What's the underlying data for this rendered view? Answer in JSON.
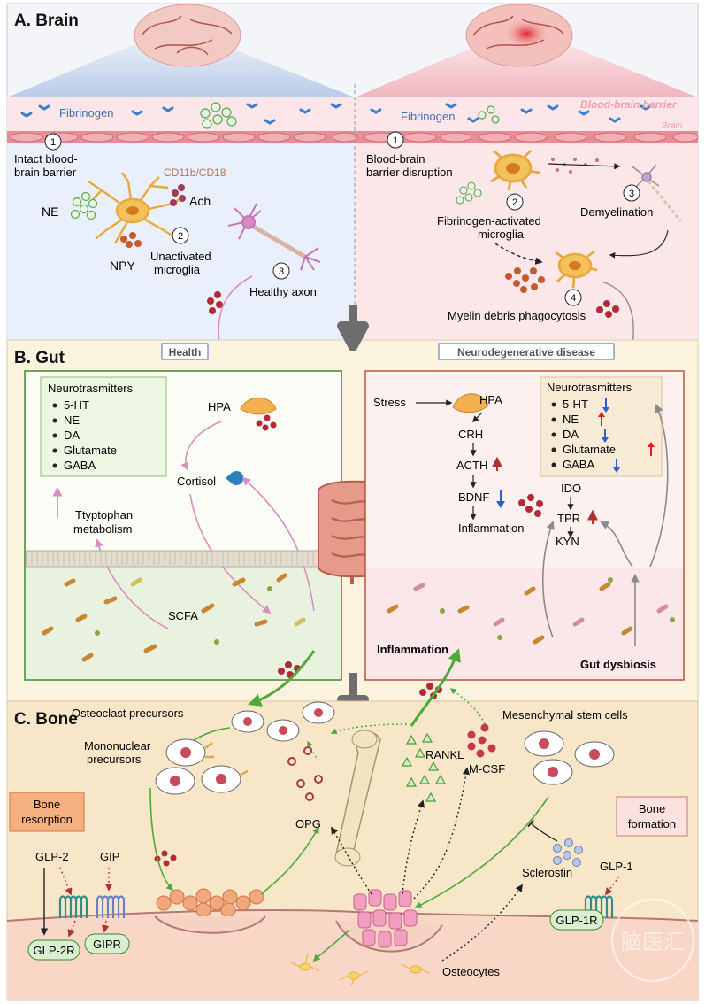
{
  "panels": {
    "brain": "A. Brain",
    "gut": "B. Gut",
    "bone": "C. Bone"
  },
  "brain": {
    "bbb_label": "Blood-brain barrier",
    "brain_label": "Brain",
    "fibrinogen": "Fibrinogen",
    "left": {
      "step1": "1",
      "intact_line1": "Intact blood-",
      "intact_line2": "brain barrier",
      "cd11b": "CD11b/CD18",
      "ne": "NE",
      "ach": "Ach",
      "npy": "NPY",
      "step2": "2",
      "unactivated_line1": "Unactivated",
      "unactivated_line2": "microglia",
      "step3": "3",
      "healthy_axon": "Healthy axon"
    },
    "right": {
      "step1": "1",
      "disruption_line1": "Blood-brain",
      "disruption_line2": "barrier disruption",
      "step2": "2",
      "activated_line1": "Fibrinogen-activated",
      "activated_line2": "microglia",
      "step3": "3",
      "demyelination": "Demyelination",
      "step4": "4",
      "phagocytosis": "Myelin debris phagocytosis"
    }
  },
  "gut": {
    "health_tag": "Health",
    "disease_tag": "Neurodegenerative disease",
    "health": {
      "box_title": "Neurotrasmitters",
      "list": [
        "5-HT",
        "NE",
        "DA",
        "Glutamate",
        "GABA"
      ],
      "hpa": "HPA",
      "cortisol": "Cortisol",
      "tryptophan_line1": "Ttyptophan",
      "tryptophan_line2": "metabolism",
      "scfa": "SCFA"
    },
    "disease": {
      "stress": "Stress",
      "hpa": "HPA",
      "crh": "CRH",
      "acth": "ACTH",
      "bdnf": "BDNF",
      "inflammation_chain": "Inflammation",
      "box_title": "Neurotrasmitters",
      "list": [
        "5-HT",
        "NE",
        "DA",
        "Glutamate",
        "GABA"
      ],
      "ido": "IDO",
      "tpr": "TPR",
      "kyn": "KYN",
      "inflammation": "Inflammation",
      "dysbiosis": "Gut dysbiosis"
    }
  },
  "bone": {
    "osteoclast_precursors": "Osteoclast precursors",
    "msc": "Mesenchymal stem cells",
    "mononuclear_line1": "Mononuclear",
    "mononuclear_line2": "precursors",
    "resorption_line1": "Bone",
    "resorption_line2": "resorption",
    "formation_line1": "Bone",
    "formation_line2": "formation",
    "rankl": "RANKL",
    "opg": "OPG",
    "mcsf": "M-CSF",
    "sclerostin": "Sclerostin",
    "glp2": "GLP-2",
    "gip": "GIP",
    "glp2r": "GLP-2R",
    "gipr": "GIPR",
    "glp1": "GLP-1",
    "glp1r": "GLP-1R",
    "osteocytes": "Osteocytes",
    "watermark": "脑医汇"
  },
  "colors": {
    "brain_left_bg": "#e9f0fb",
    "brain_right_bg": "#fbe6e8",
    "gut_bg": "#fbf3de",
    "bone_bg": "#f8e6c8",
    "health_border": "#3d8a2e",
    "disease_border": "#c0533a",
    "pink_arrow": "#d98ec0",
    "green_arrow": "#4daa3a",
    "up_arrow": "#e02020",
    "down_arrow": "#2a5fd8",
    "microglia": "#e8a93a"
  }
}
